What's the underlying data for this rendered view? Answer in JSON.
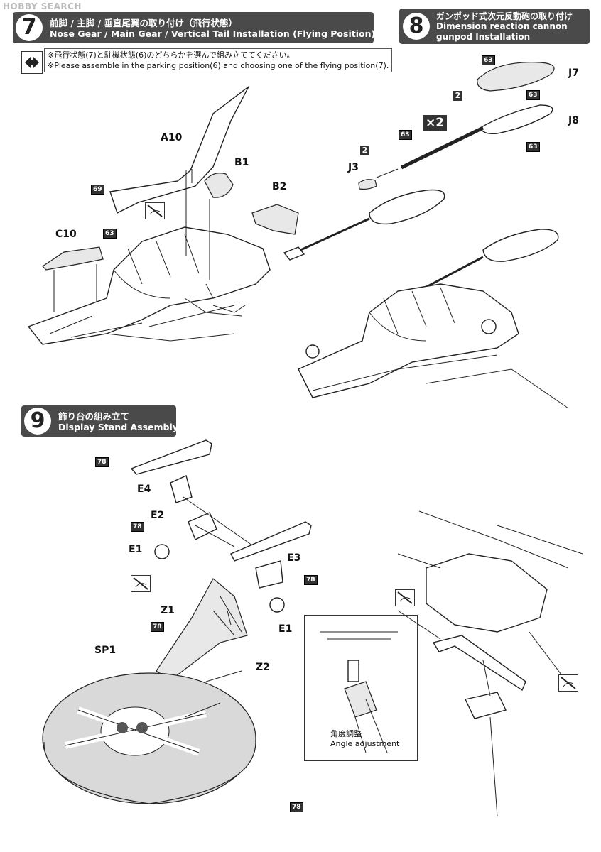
{
  "watermark": "HOBBY SEARCH",
  "steps": {
    "s7": {
      "num": "7",
      "title_jp": "前脚 / 主脚 / 垂直尾翼の取り付け（飛行状態）",
      "title_en": "Nose Gear / Main Gear / Vertical Tail Installation (Flying Position)"
    },
    "s8": {
      "num": "8",
      "title_jp": "ガンポッド式次元反動砲の取り付け",
      "title_en1": "Dimension reaction cannon",
      "title_en2": "gunpod Installation"
    },
    "s9": {
      "num": "9",
      "title_jp": "飾り台の組み立て",
      "title_en": "Display Stand Assembly"
    }
  },
  "note": {
    "line_jp": "※飛行状態(7)と駐機状態(6)のどちらかを選んで組み立ててください。",
    "line_en": "※Please assemble in the parking position(6) and choosing one of the flying position(7)."
  },
  "parts": {
    "a10": "A10",
    "b1": "B1",
    "b2": "B2",
    "c10": "C10",
    "j3": "J3",
    "j7": "J7",
    "j8": "J8",
    "e1a": "E1",
    "e1b": "E1",
    "e2": "E2",
    "e3": "E3",
    "e4": "E4",
    "z1": "Z1",
    "z2": "Z2",
    "sp1": "SP1"
  },
  "badges": {
    "b69": "69",
    "b63a": "63",
    "b63b": "63",
    "b63c": "63",
    "b63d": "63",
    "b63e": "63",
    "b78a": "78",
    "b78b": "78",
    "b78c": "78",
    "b78d": "78",
    "b78e": "78",
    "two_a": "2",
    "two_b": "2",
    "x2": "×2"
  },
  "inset": {
    "caption_jp": "角度調整",
    "caption_en": "Angle adjustment"
  },
  "icons": [
    "double-arrow-icon",
    "no-glue-icon"
  ]
}
